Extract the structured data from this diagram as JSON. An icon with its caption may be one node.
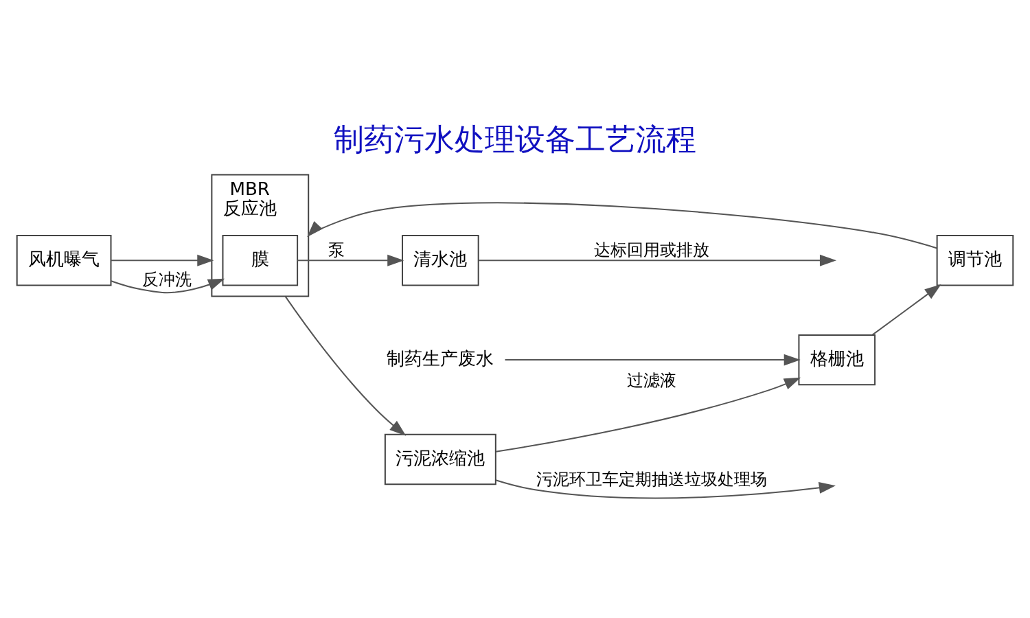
{
  "diagram": {
    "title": "制药污水处理设备工艺流程",
    "nodes": [
      {
        "text": [
          "制药生产废水"
        ]
      },
      {
        "text": [
          "格栅池"
        ]
      },
      {
        "text": [
          "调节池"
        ]
      },
      {
        "text": [
          "MBR",
          "反应池"
        ]
      },
      {
        "text": [
          "膜"
        ],
        "in": 3
      },
      {
        "text": [
          "风机曝气"
        ]
      },
      {
        "text": [
          "清水池"
        ]
      },
      {
        "text": [
          "污泥浓缩池"
        ]
      }
    ],
    "edges": [
      {
        "from": 0,
        "to": 1,
        "arrow": "to"
      },
      {
        "from": 1,
        "to": 2,
        "arrow": "to"
      },
      {
        "from": 2,
        "to": 3,
        "arrow": "to"
      },
      {
        "from": 5,
        "to": 3,
        "arrow": "to"
      },
      {
        "from": 5,
        "to": 4,
        "arrow": "to",
        "label": "反冲洗"
      },
      {
        "from": 4,
        "to": 6,
        "arrow": "to",
        "label": "泵"
      },
      {
        "from": 6,
        "to": null,
        "arrow": "to",
        "label": "达标回用或排放"
      },
      {
        "from": 3,
        "to": 7,
        "arrow": "to"
      },
      {
        "from": 7,
        "to": null,
        "arrow": "to",
        "label": "污泥环卫车定期抽送垃圾处理场"
      },
      {
        "from": 7,
        "to": 1,
        "arrow": "to",
        "label": "过滤液"
      }
    ]
  }
}
